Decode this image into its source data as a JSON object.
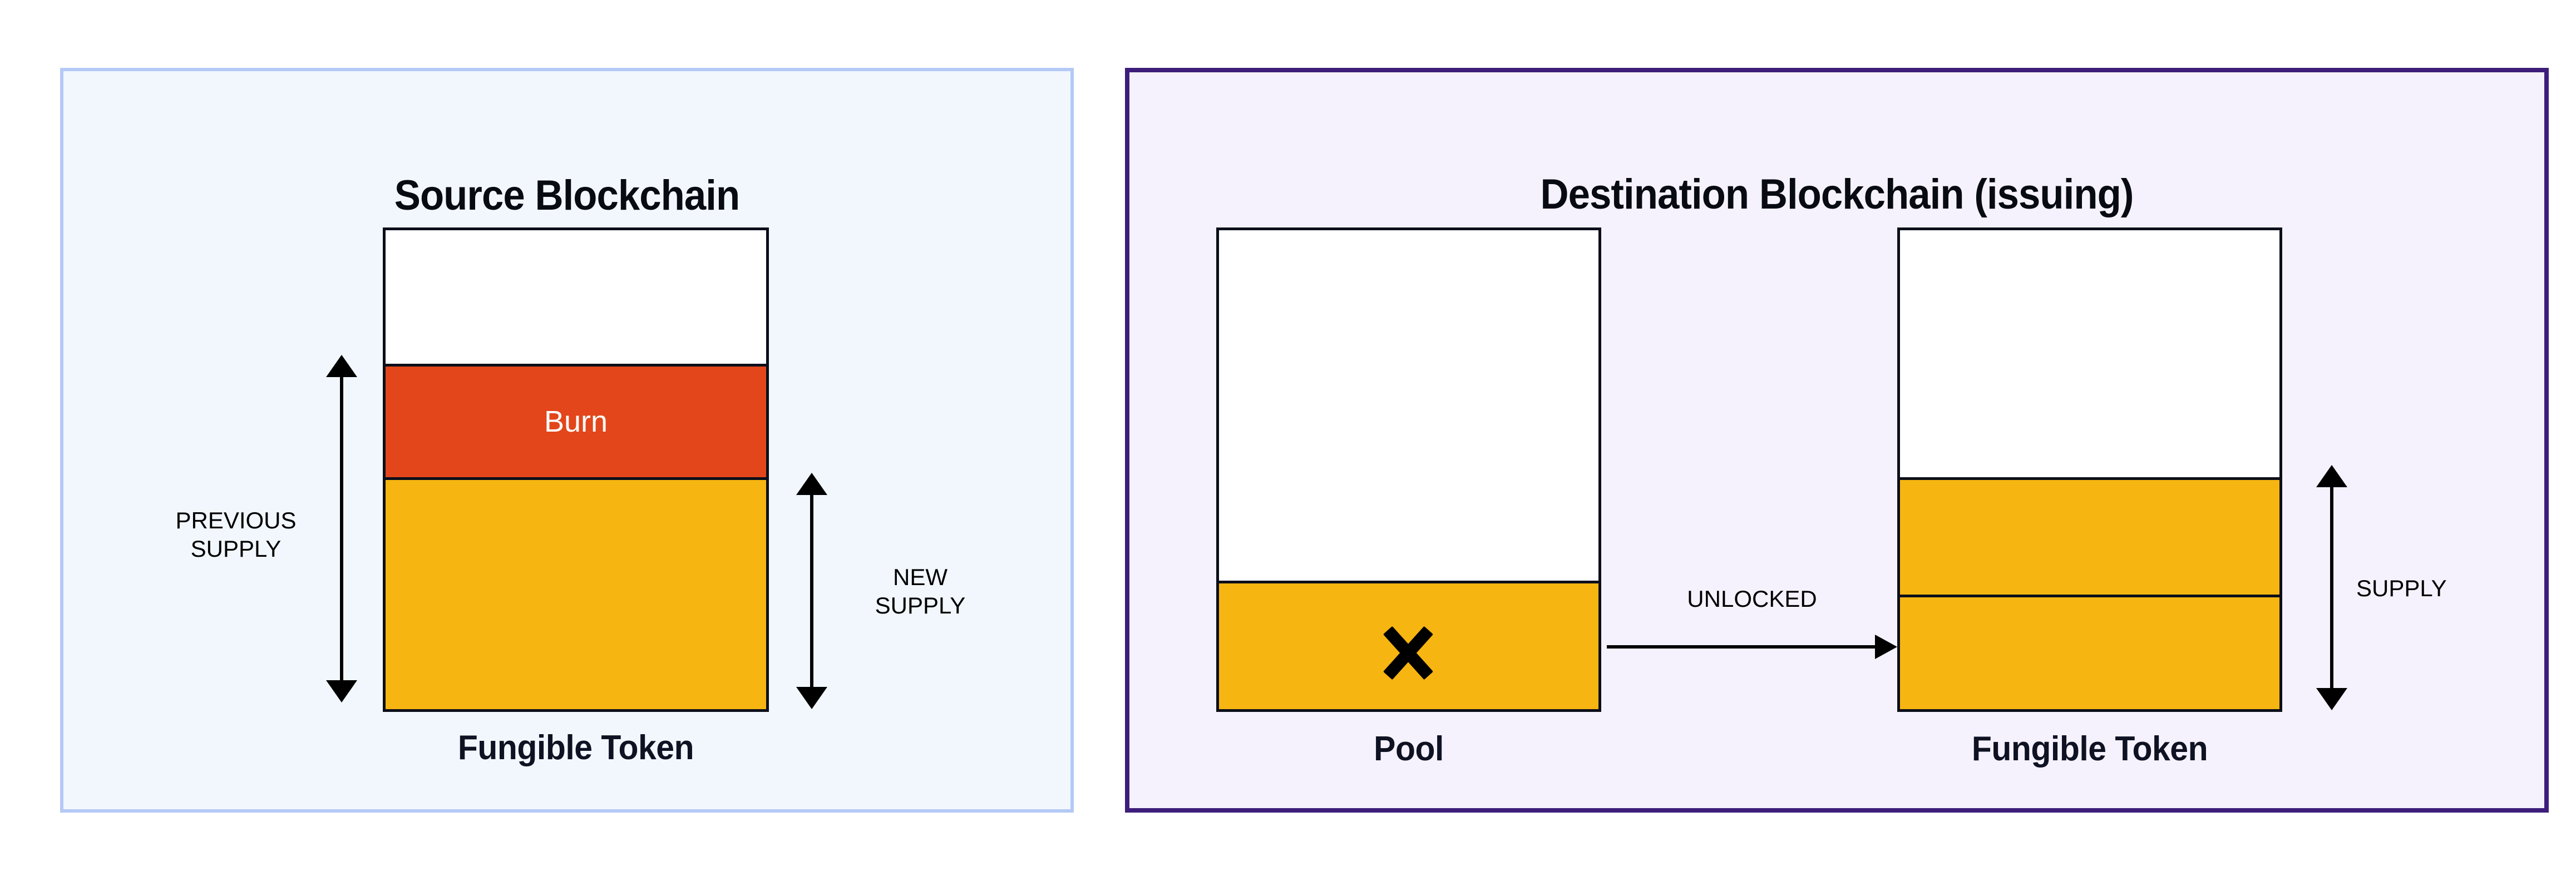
{
  "diagram": {
    "type": "token-bridge-burn-unlock",
    "panels": [
      {
        "id": "source",
        "title": "Source Blockchain",
        "border_color": "#B4C9F6",
        "background_color": "#F2F7FE",
        "bars": [
          {
            "id": "source-fungible-token",
            "caption": "Fungible Token",
            "segments": [
              {
                "name": "empty-headroom",
                "label": "",
                "color": "#FFFFFF"
              },
              {
                "name": "burn",
                "label": "Burn",
                "color": "#E2461A",
                "label_color": "#FFFFFF"
              },
              {
                "name": "remaining-supply",
                "label": "",
                "color": "#F7B511"
              }
            ]
          }
        ],
        "measures": [
          {
            "id": "previous-supply",
            "label": "PREVIOUS\nSUPPLY",
            "side": "left"
          },
          {
            "id": "new-supply",
            "label": "NEW\nSUPPLY",
            "side": "right"
          }
        ]
      },
      {
        "id": "destination",
        "title": "Destination Blockchain (issuing)",
        "border_color": "#3D1E7A",
        "background_color": "#F5F2FE",
        "bars": [
          {
            "id": "destination-pool",
            "caption": "Pool",
            "icon": "x-mark-icon",
            "segments": [
              {
                "name": "empty-headroom",
                "label": "",
                "color": "#FFFFFF"
              },
              {
                "name": "locked-pool",
                "label": "",
                "color": "#F7B511"
              }
            ]
          },
          {
            "id": "destination-fungible-token",
            "caption": "Fungible Token",
            "segments": [
              {
                "name": "empty-headroom",
                "label": "",
                "color": "#FFFFFF"
              },
              {
                "name": "existing-supply",
                "label": "",
                "color": "#F7B511"
              },
              {
                "name": "unlocked-supply",
                "label": "",
                "color": "#F7B511"
              }
            ]
          }
        ],
        "measures": [
          {
            "id": "supply",
            "label": "SUPPLY",
            "side": "right"
          }
        ],
        "flow": {
          "id": "unlocked-flow",
          "label": "UNLOCKED",
          "from": "destination-pool",
          "to": "destination-fungible-token"
        }
      }
    ],
    "colors": {
      "burn": "#E2461A",
      "token": "#F7B511",
      "outline": "#0C0F1A",
      "text": "#0F1222",
      "source_border": "#B4C9F6",
      "source_bg": "#F2F7FE",
      "destination_border": "#3D1E7A",
      "destination_bg": "#F5F2FE"
    }
  }
}
